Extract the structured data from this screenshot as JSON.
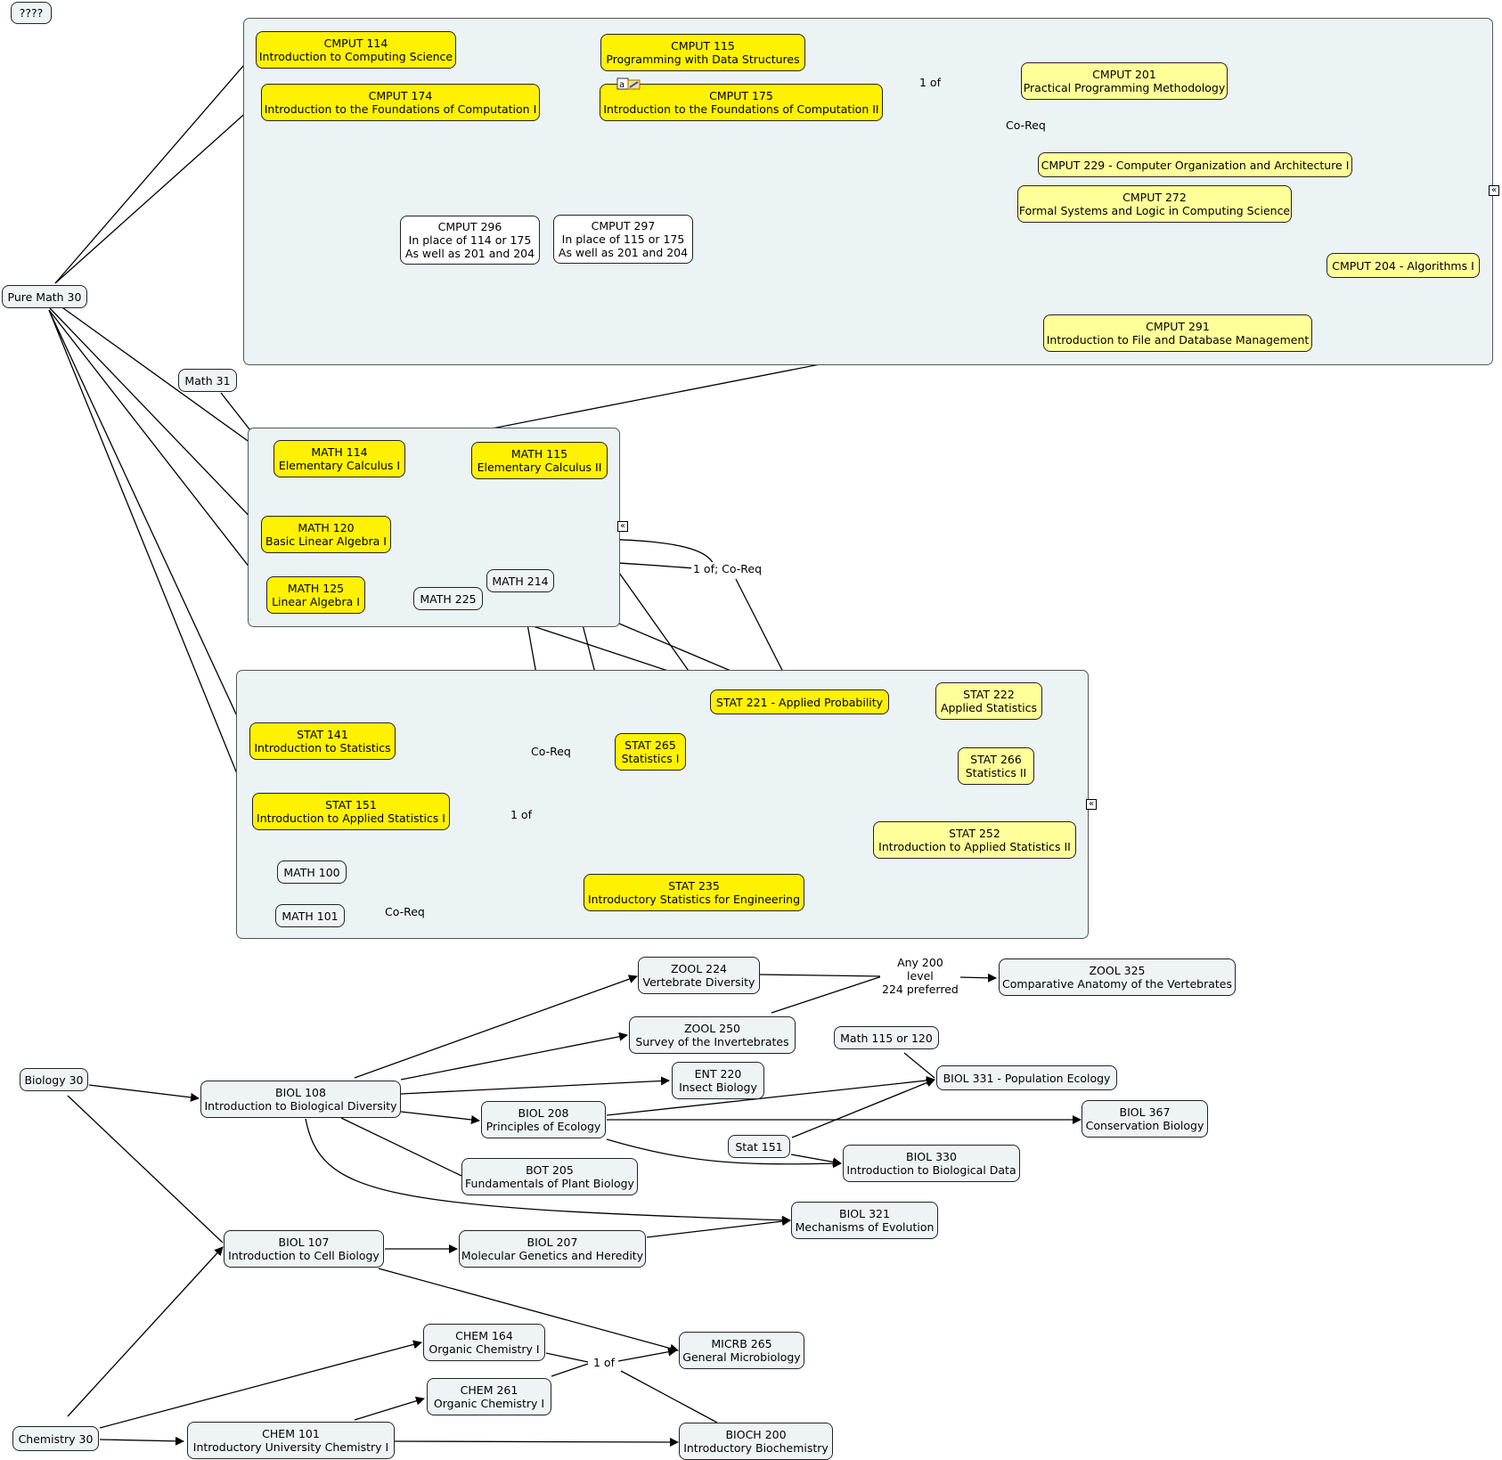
{
  "nodes": {
    "unknown": "????",
    "pm30": "Pure Math 30",
    "math31": "Math 31",
    "c114_code": "CMPUT 114",
    "c114_name": "Introduction to Computing Science",
    "c115_code": "CMPUT 115",
    "c115_name": "Programming with Data Structures",
    "c174_code": "CMPUT 174",
    "c174_name": "Introduction to the Foundations of Computation I",
    "c175_code": "CMPUT 175",
    "c175_name": "Introduction to the Foundations of Computation II",
    "c201_code": "CMPUT 201",
    "c201_name": "Practical Programming Methodology",
    "c229": "CMPUT 229 - Computer Organization and Architecture I",
    "c272_code": "CMPUT 272",
    "c272_name": "Formal Systems and Logic in Computing Science",
    "c204": "CMPUT 204 - Algorithms I",
    "c291_code": "CMPUT 291",
    "c291_name": "Introduction to File and Database Management",
    "c296_code": "CMPUT 296",
    "c296_l2": "In place of 114 or 175",
    "c296_l3": "As well as 201 and 204",
    "c297_code": "CMPUT 297",
    "c297_l2": "In place of 115 or 175",
    "c297_l3": "As well as 201 and 204",
    "m114_code": "MATH 114",
    "m114_name": "Elementary Calculus I",
    "m115_code": "MATH 115",
    "m115_name": "Elementary Calculus II",
    "m120_code": "MATH 120",
    "m120_name": "Basic Linear Algebra I",
    "m125_code": "MATH 125",
    "m125_name": "Linear Algebra I",
    "m214": "MATH 214",
    "m225": "MATH 225",
    "s141_code": "STAT 141",
    "s141_name": "Introduction to Statistics",
    "s151_code": "STAT 151",
    "s151_name": "Introduction to Applied Statistics I",
    "s221": "STAT 221 - Applied Probability",
    "s222_code": "STAT 222",
    "s222_name": "Applied Statistics",
    "s265_code": "STAT 265",
    "s265_name": "Statistics I",
    "s266_code": "STAT 266",
    "s266_name": "Statistics II",
    "s252_code": "STAT 252",
    "s252_name": "Introduction to Applied Statistics II",
    "s235_code": "STAT 235",
    "s235_name": "Introductory Statistics for Engineering",
    "m100": "MATH 100",
    "m101": "MATH 101",
    "bio30": "Biology 30",
    "chem30": "Chemistry 30",
    "b108_code": "BIOL 108",
    "b108_name": "Introduction to Biological Diversity",
    "b107_code": "BIOL 107",
    "b107_name": "Introduction to Cell Biology",
    "z224_code": "ZOOL 224",
    "z224_name": "Vertebrate Diversity",
    "z250_code": "ZOOL 250",
    "z250_name": "Survey of the Invertebrates",
    "z325_code": "ZOOL 325",
    "z325_name": "Comparative Anatomy of the Vertebrates",
    "e220_code": "ENT 220",
    "e220_name": "Insect Biology",
    "m115or120": "Math 115 or 120",
    "b331": "BIOL 331 - Population Ecology",
    "b208_code": "BIOL 208",
    "b208_name": "Principles of Ecology",
    "b367_code": "BIOL 367",
    "b367_name": "Conservation Biology",
    "stat151": "Stat 151",
    "b330_code": "BIOL 330",
    "b330_name": "Introduction to Biological Data",
    "bot205_code": "BOT 205",
    "bot205_name": "Fundamentals of Plant Biology",
    "b321_code": "BIOL 321",
    "b321_name": "Mechanisms of Evolution",
    "b207_code": "BIOL 207",
    "b207_name": "Molecular Genetics and Heredity",
    "ch164_code": "CHEM 164",
    "ch164_name": "Organic Chemistry I",
    "ch261_code": "CHEM 261",
    "ch261_name": "Organic Chemistry I",
    "micrb_code": "MICRB 265",
    "micrb_name": "General Microbiology",
    "ch101_code": "CHEM 101",
    "ch101_name": "Introductory University Chemistry I",
    "bioch_code": "BIOCH 200",
    "bioch_name": "Introductory Biochemistry"
  },
  "labels": {
    "one_of_cmput": "1 of",
    "coreq_201_229": "Co-Req",
    "one_of_coreq_math": "1 of; Co-Req",
    "coreq_214": "Co-Req",
    "one_of_stat": "1 of",
    "coreq_101": "Co-Req",
    "any200_l1": "Any 200",
    "any200_l2": "level",
    "any200_l3": "224 preferred",
    "one_of_chem": "1 of"
  },
  "icons": {
    "collapse": "double-chevron-left-icon",
    "resource": "resource-attachment-icon"
  },
  "colors": {
    "group_fill": "#ecf3f5",
    "node_fill": "#eef4f6",
    "highlight_yellow": "#fff200",
    "light_yellow": "#ffff99"
  }
}
